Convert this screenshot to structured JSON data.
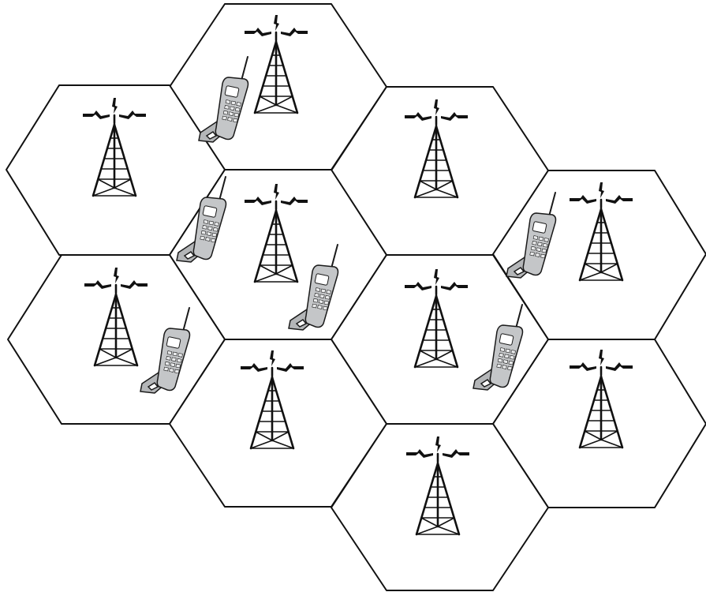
{
  "diagram": {
    "colors": {
      "stroke": "#111111",
      "background": "#ffffff",
      "phone_fill": "#c4c6c8",
      "phone_base": "#b4b6b8"
    },
    "cells": [
      {
        "id": "cell-top-center",
        "has_tower": true,
        "phones": 1
      },
      {
        "id": "cell-upper-left",
        "has_tower": true,
        "phones": 0
      },
      {
        "id": "cell-upper-right",
        "has_tower": true,
        "phones": 0
      },
      {
        "id": "cell-middle-center",
        "has_tower": true,
        "phones": 2
      },
      {
        "id": "cell-far-right",
        "has_tower": true,
        "phones": 1
      },
      {
        "id": "cell-lower-left",
        "has_tower": true,
        "phones": 1
      },
      {
        "id": "cell-center-right",
        "has_tower": true,
        "phones": 1
      },
      {
        "id": "cell-bottom-center-left",
        "has_tower": true,
        "phones": 0
      },
      {
        "id": "cell-lower-far-right",
        "has_tower": true,
        "phones": 0
      },
      {
        "id": "cell-bottom-center",
        "has_tower": true,
        "phones": 0
      }
    ],
    "icons": {
      "tower": "cell-tower-icon",
      "phone": "cordless-phone-icon",
      "signal": "signal-bolt-icon"
    }
  }
}
